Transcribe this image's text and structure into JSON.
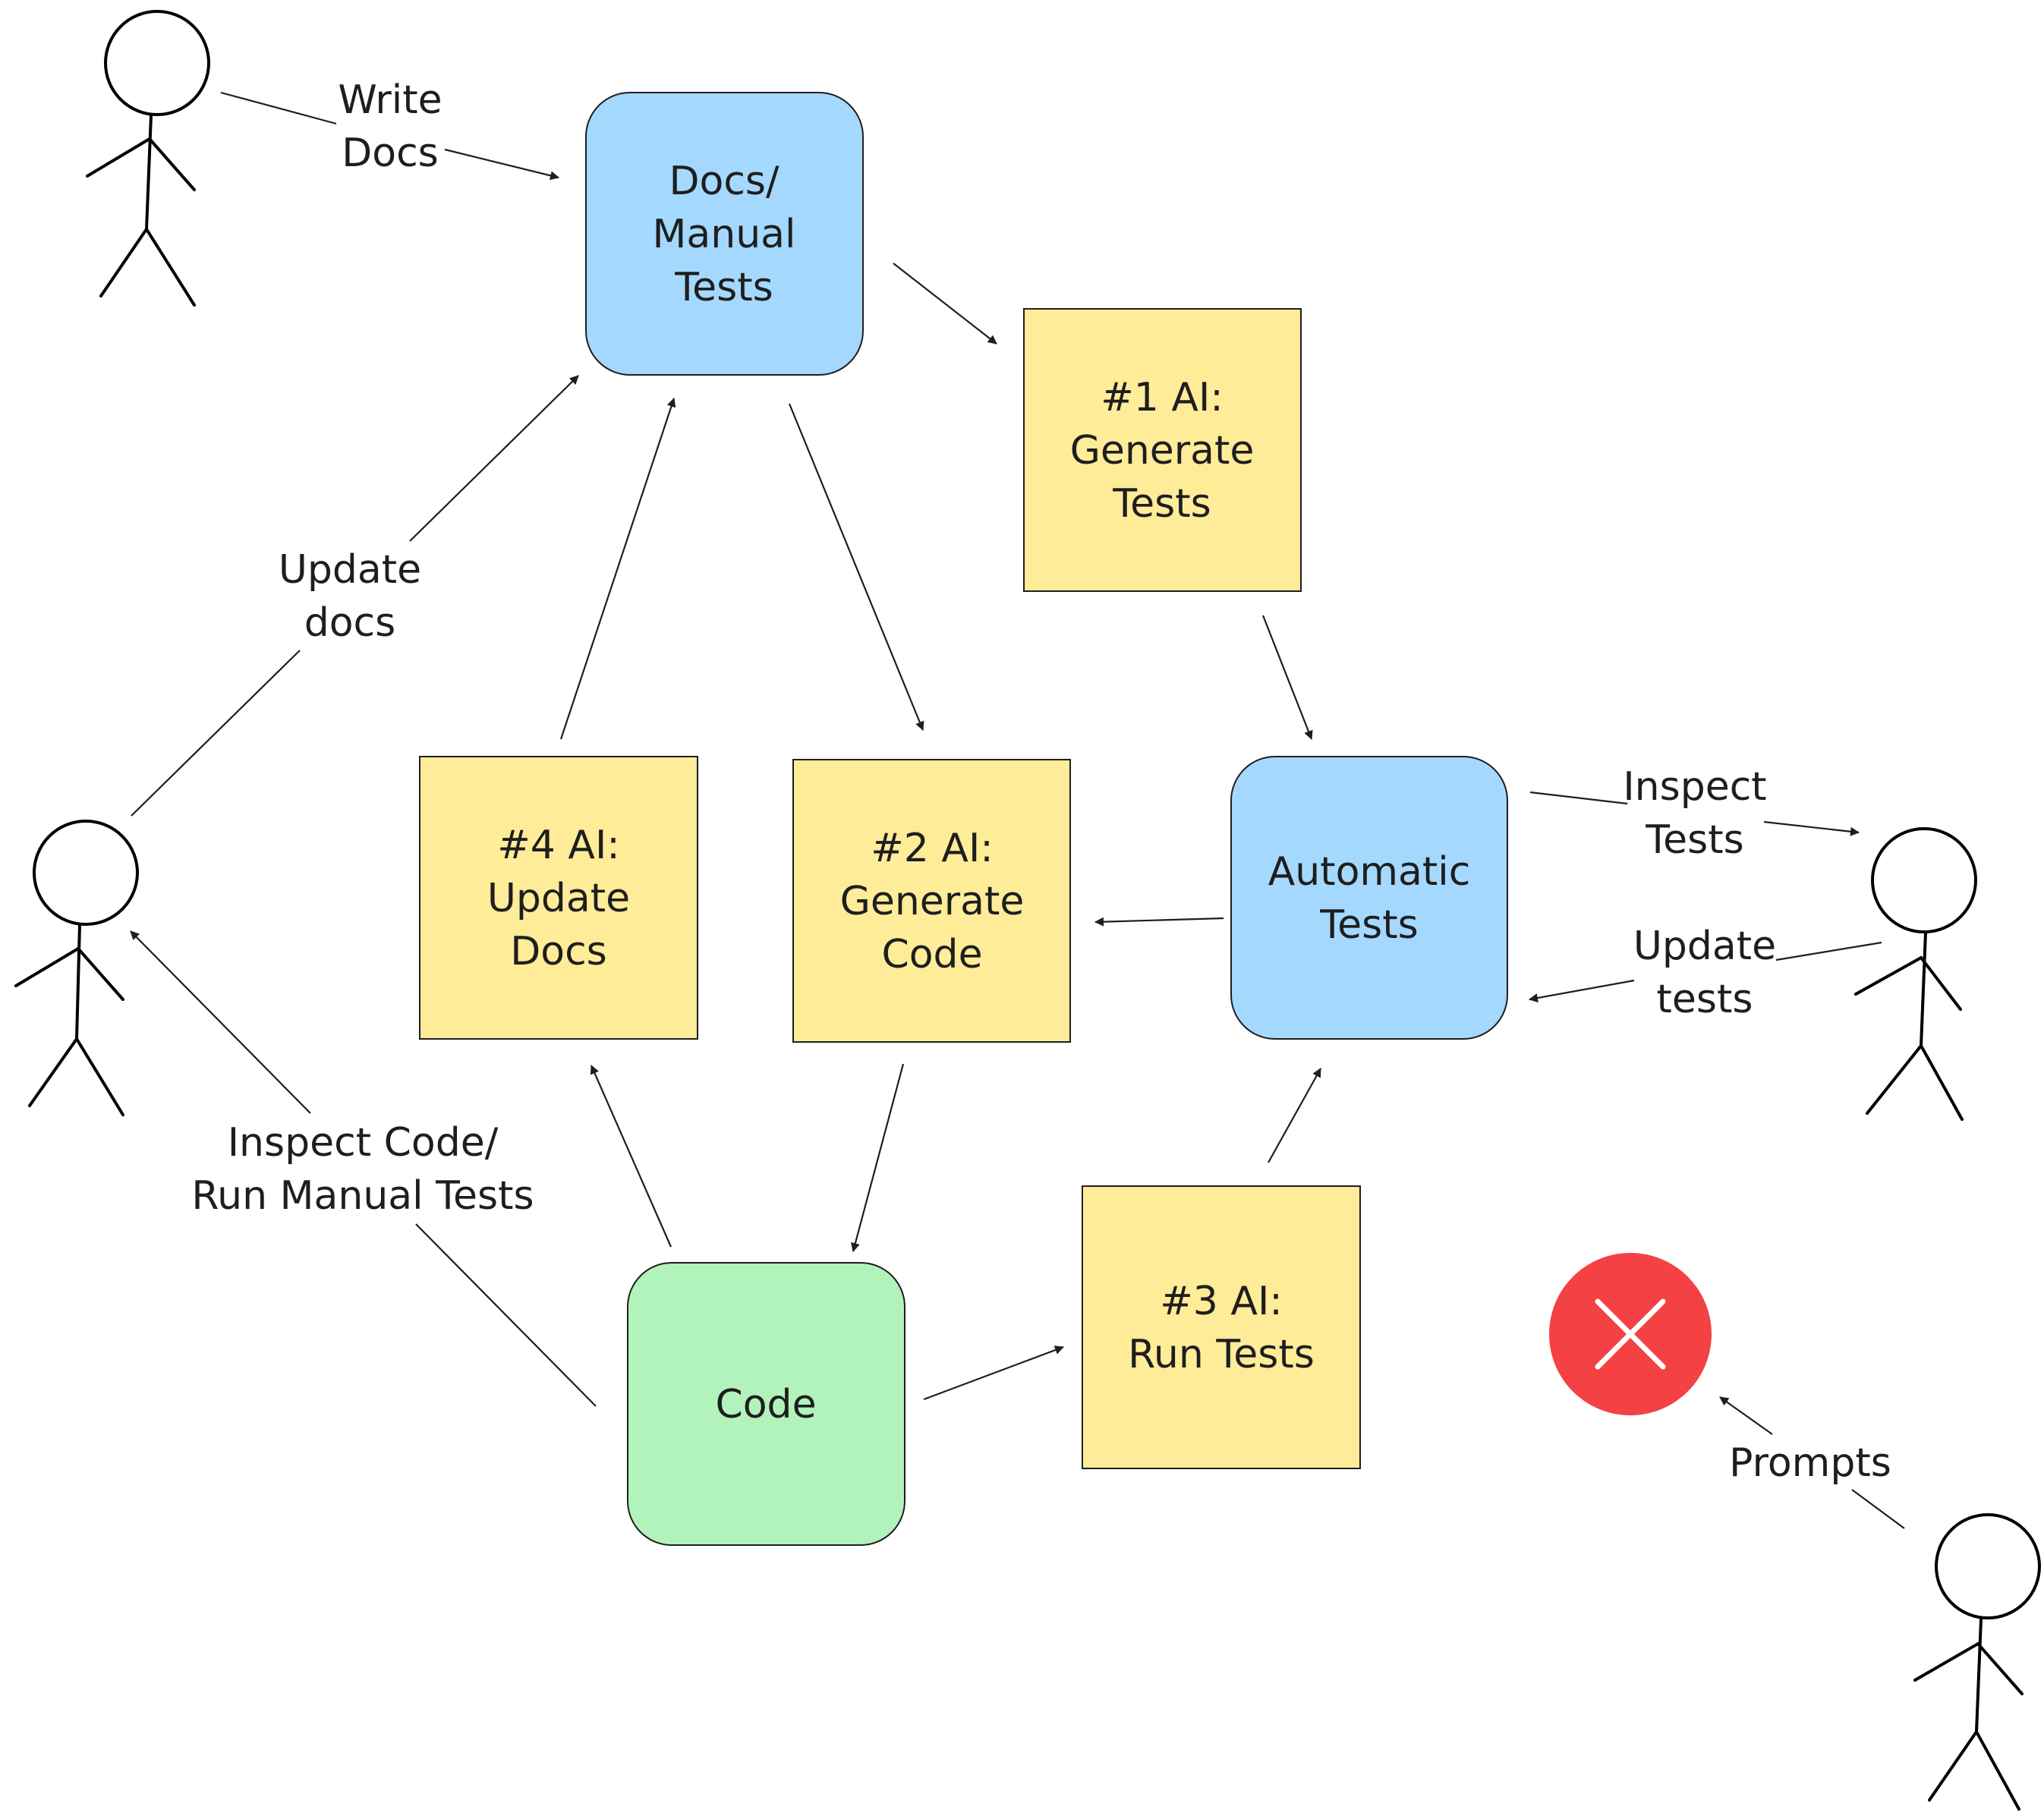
{
  "nodes": {
    "docs": "Docs/\nManual\nTests",
    "gen_tests": "#1 AI:\nGenerate\nTests",
    "auto_tests": "Automatic\nTests",
    "gen_code": "#2 AI:\nGenerate\nCode",
    "update_docs": "#4 AI:\nUpdate\nDocs",
    "code": "Code",
    "run_tests": "#3 AI:\nRun Tests"
  },
  "edges": {
    "write_docs": "Write\nDocs",
    "update_docs_human": "Update\ndocs",
    "inspect_tests": "Inspect\nTests",
    "update_tests": "Update\ntests",
    "inspect_code": "Inspect Code/\nRun Manual Tests",
    "prompts": "Prompts"
  },
  "colors": {
    "blue": "#a5d8ff",
    "yellow": "#ffec99",
    "green": "#b2f2bb",
    "red": "#f44143"
  },
  "icons": {
    "persons": [
      "person-icon",
      "person-icon",
      "person-icon",
      "person-icon"
    ],
    "rejected": "x-circle-icon"
  }
}
